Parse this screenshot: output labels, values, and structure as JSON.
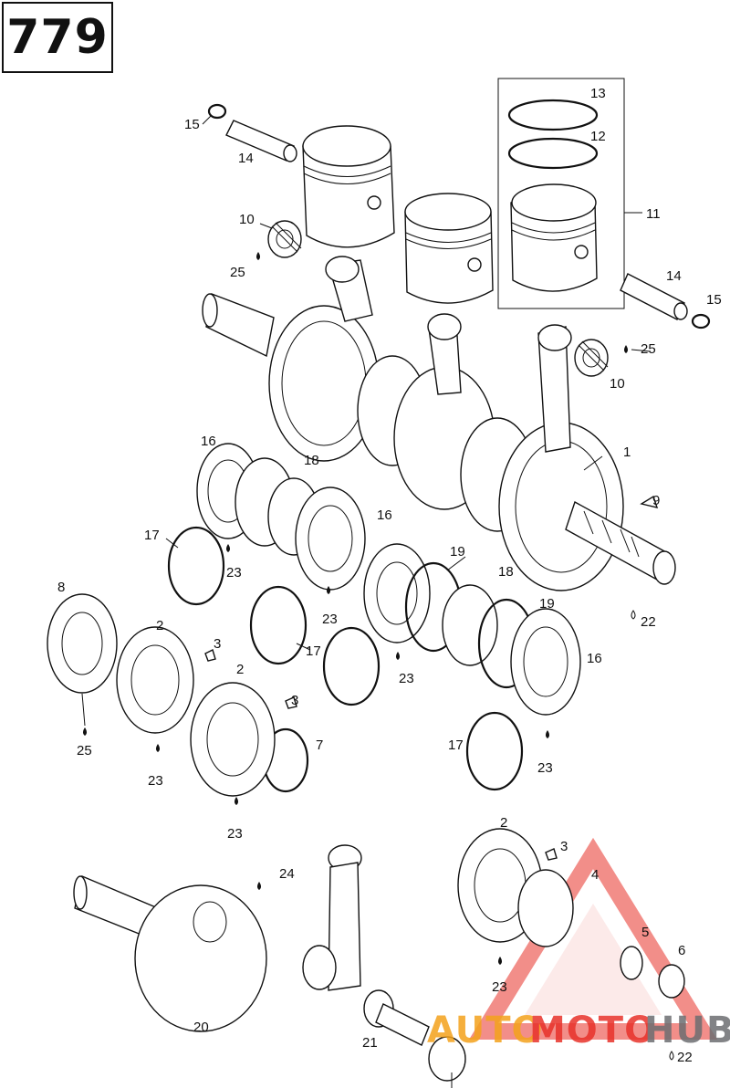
{
  "page_number": "779",
  "callouts": {
    "c1": "1",
    "c2a": "2",
    "c2b": "2",
    "c2c": "2",
    "c3a": "3",
    "c3b": "3",
    "c3c": "3",
    "c4": "4",
    "c5": "5",
    "c6": "6",
    "c7": "7",
    "c8": "8",
    "c9": "9",
    "c10a": "10",
    "c10b": "10",
    "c11": "11",
    "c12": "12",
    "c13": "13",
    "c14a": "14",
    "c14b": "14",
    "c15a": "15",
    "c15b": "15",
    "c16a": "16",
    "c16b": "16",
    "c16c": "16",
    "c17a": "17",
    "c17b": "17",
    "c17c": "17",
    "c18a": "18",
    "c18b": "18",
    "c19a": "19",
    "c19b": "19",
    "c20": "20",
    "c21": "21",
    "c22a": "22",
    "c22b": "22",
    "c23a": "23",
    "c23b": "23",
    "c23c": "23",
    "c23d": "23",
    "c23e": "23",
    "c23f": "23",
    "c23g": "23",
    "c24": "24",
    "c25a": "25",
    "c25b": "25",
    "c25c": "25"
  },
  "watermark": {
    "part1": "AUTO",
    "part2": "MOTO",
    "part3": "HUB"
  },
  "colors": {
    "watermark_red": "#e8322a",
    "watermark_orange": "#f4a21c",
    "watermark_gray": "#6d6e71",
    "ink": "#111111"
  }
}
